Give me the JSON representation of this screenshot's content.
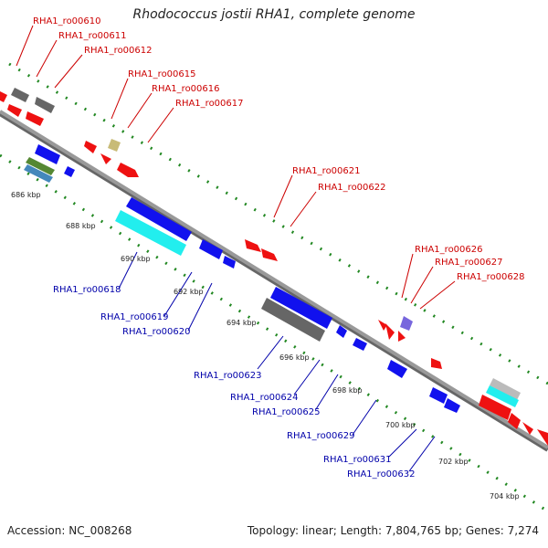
{
  "title": "Rhodococcus jostii RHA1, complete genome",
  "accession": "Accession: NC_008268",
  "summary": "Topology: linear; Length: 7,804,765 bp; Genes: 7,274",
  "colors": {
    "red": "#ee1111",
    "blue": "#1111ee",
    "gray": "#666666",
    "cyan": "#22eeee",
    "tan": "#c8bb77",
    "violet": "#7766dd",
    "backbone": "#888888",
    "dots": "#228822",
    "line_red": "#cc0000",
    "line_blue": "#0000aa"
  },
  "ticks": [
    "686 kbp",
    "688 kbp",
    "690 kbp",
    "692 kbp",
    "694 kbp",
    "696 kbp",
    "698 kbp",
    "700 kbp",
    "702 kbp",
    "704 kbp"
  ],
  "top_labels": [
    "RHA1_ro00610",
    "RHA1_ro00611",
    "RHA1_ro00612",
    "RHA1_ro00615",
    "RHA1_ro00616",
    "RHA1_ro00617",
    "RHA1_ro00621",
    "RHA1_ro00622",
    "RHA1_ro00626",
    "RHA1_ro00627",
    "RHA1_ro00628"
  ],
  "bottom_labels": [
    "RHA1_ro00618",
    "RHA1_ro00619",
    "RHA1_ro00620",
    "RHA1_ro00623",
    "RHA1_ro00624",
    "RHA1_ro00625",
    "RHA1_ro00629",
    "RHA1_ro00631",
    "RHA1_ro00632"
  ]
}
